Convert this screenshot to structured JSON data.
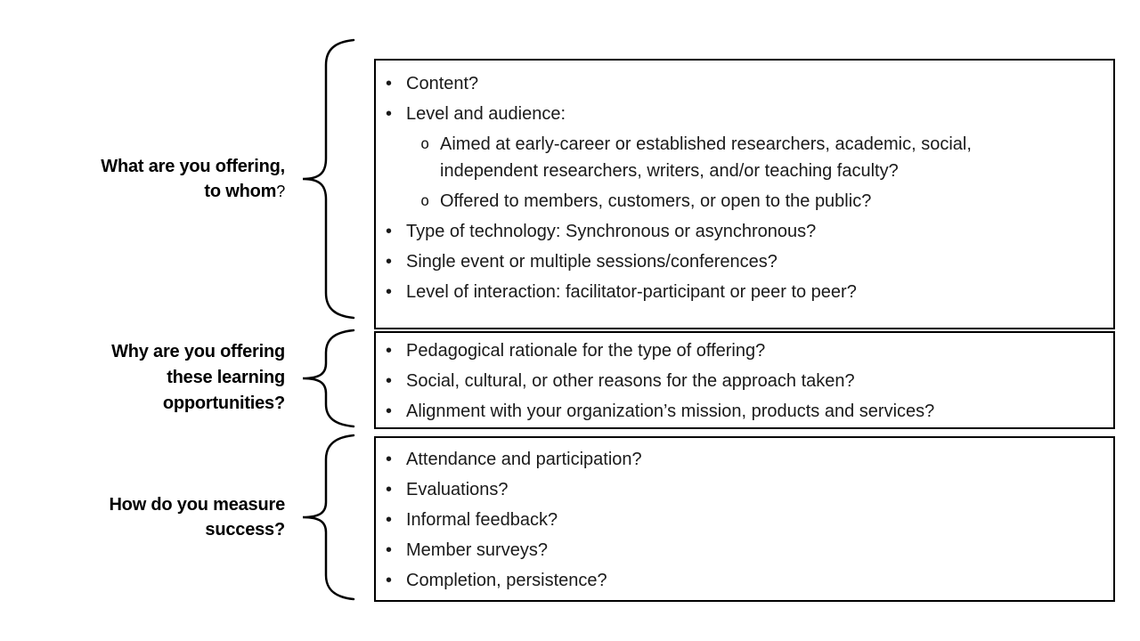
{
  "slide": {
    "background": "#ffffff",
    "ink_color": "#000000",
    "text_color": "#1a1a1a"
  },
  "sections": [
    {
      "label": {
        "line1": "What are you offering,",
        "line2": "to whom",
        "line2_suffix": "?"
      },
      "items": [
        {
          "marker": "•",
          "text": "Content?"
        },
        {
          "marker": "•",
          "text": "Level and audience:"
        },
        {
          "marker": "o",
          "text": "Aimed at early-career or established researchers, academic, social, independent researchers, writers, and/or teaching faculty?"
        },
        {
          "marker": "o",
          "text": "Offered to members, customers, or open to the public?"
        },
        {
          "marker": "•",
          "text": "Type of technology: Synchronous or asynchronous?"
        },
        {
          "marker": "•",
          "text": "Single event or multiple sessions/conferences?"
        },
        {
          "marker": "•",
          "text": "Level of interaction: facilitator-participant or peer to peer?"
        }
      ]
    },
    {
      "label": {
        "line1": "Why are you offering",
        "line2": "these learning",
        "line3": "opportunities?"
      },
      "items": [
        {
          "marker": "•",
          "text": "Pedagogical rationale for the type of offering?"
        },
        {
          "marker": "•",
          "text": "Social, cultural, or other reasons for the approach taken?"
        },
        {
          "marker": "•",
          "text": "Alignment with your organization’s mission, products and services?"
        }
      ]
    },
    {
      "label": {
        "line1": "How do you measure",
        "line2": "success?"
      },
      "items": [
        {
          "marker": "•",
          "text": "Attendance and participation?"
        },
        {
          "marker": "•",
          "text": "Evaluations?"
        },
        {
          "marker": "•",
          "text": "Informal feedback?"
        },
        {
          "marker": "•",
          "text": "Member surveys?"
        },
        {
          "marker": "•",
          "text": "Completion, persistence?"
        }
      ]
    }
  ]
}
